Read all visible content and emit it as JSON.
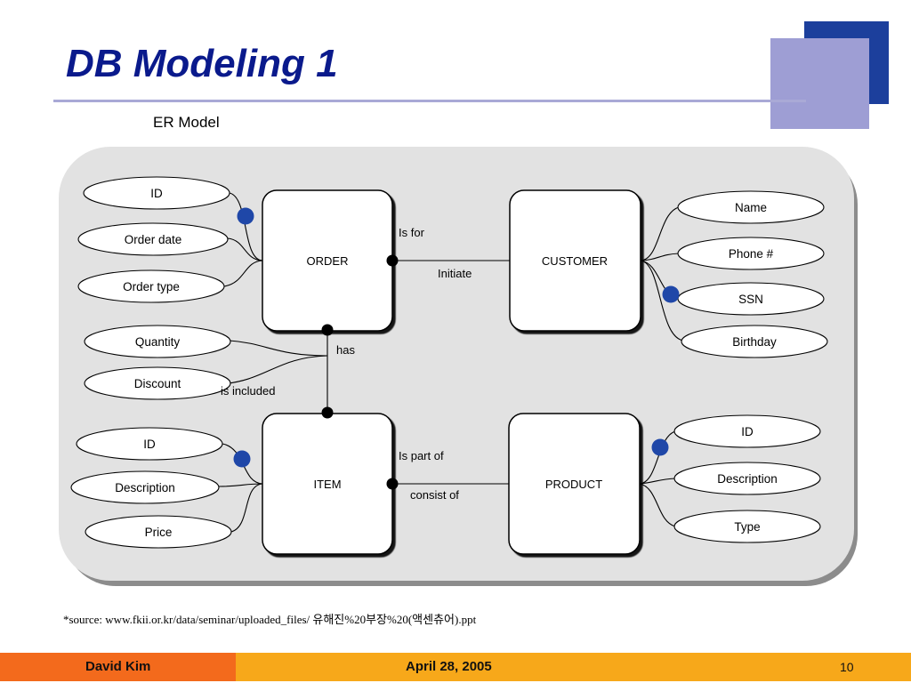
{
  "slide": {
    "title": "DB Modeling 1",
    "subtitle": "ER Model",
    "source": "*source: www.fkii.or.kr/data/seminar/uploaded_files/ 유해진%20부장%20(액센츄어).ppt"
  },
  "footer": {
    "author": "David Kim",
    "date": "April 28, 2005",
    "page": "10"
  },
  "entities": {
    "order": "ORDER",
    "customer": "CUSTOMER",
    "item": "ITEM",
    "product": "PRODUCT"
  },
  "attributes": {
    "order": [
      "ID",
      "Order date",
      "Order type"
    ],
    "customer": [
      "Name",
      "Phone #",
      "SSN",
      "Birthday"
    ],
    "order_item": [
      "Quantity",
      "Discount"
    ],
    "item": [
      "ID",
      "Description",
      "Price"
    ],
    "product": [
      "ID",
      "Description",
      "Type"
    ]
  },
  "relationships": {
    "order_customer": [
      "Is for",
      "Initiate"
    ],
    "order_item": [
      "has",
      "is included"
    ],
    "item_product": [
      "Is part of",
      "consist of"
    ]
  },
  "colors": {
    "title": "#0a1a8c",
    "key_marker": "#1f47a8",
    "footer_left": "#f36a1c",
    "footer_bg": "#f7a81a",
    "panel": "#e2e2e2"
  }
}
